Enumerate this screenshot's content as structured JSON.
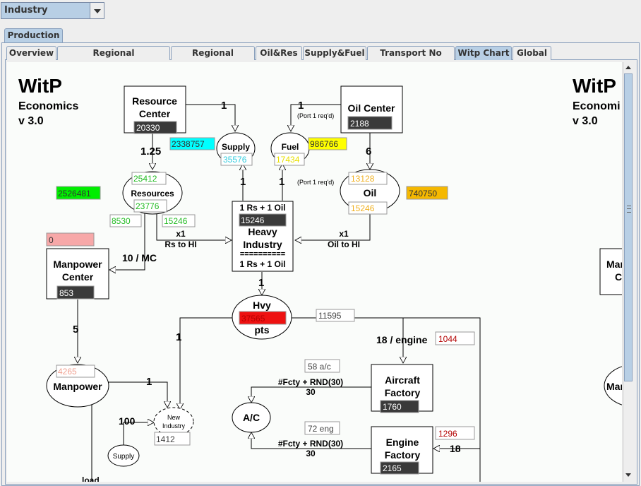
{
  "combo": {
    "value": "Industry"
  },
  "outer_tab": {
    "label": "Production"
  },
  "tabs": [
    {
      "label": "Overview",
      "active": false
    },
    {
      "label": "Regional Fcty/Resources",
      "active": false
    },
    {
      "label": "Regional Industry",
      "active": false
    },
    {
      "label": "Oil&Res",
      "active": false
    },
    {
      "label": "Supply&Fuel",
      "active": false
    },
    {
      "label": "Transport No Dest",
      "active": false
    },
    {
      "label": "Witp Chart",
      "active": true
    },
    {
      "label": "Global",
      "active": false
    }
  ],
  "chart": {
    "title": "WitP",
    "subtitle": "Economics",
    "version": "v 3.0",
    "title_cut": "WitP",
    "subtitle_cut": "Economi",
    "version_cut": "v 3.0",
    "nodes": {
      "resource_center": {
        "label1": "Resource",
        "label2": "Center",
        "value": "20330"
      },
      "oil_center": {
        "label": "Oil Center",
        "value": "2188"
      },
      "supply": {
        "label": "Supply",
        "value": "35576",
        "side_value": "2338757"
      },
      "fuel": {
        "label": "Fuel",
        "value": "17434",
        "side_value": "986766"
      },
      "resources": {
        "label": "Resources",
        "top_value": "25412",
        "value": "23776",
        "left_value": "8530",
        "right_value": "15246",
        "side_value": "2526481"
      },
      "oil": {
        "label": "Oil",
        "top_value": "13128",
        "value": "15246",
        "side_value": "740750"
      },
      "heavy_industry": {
        "top": "1 Rs + 1 Oil",
        "value": "15246",
        "label1": "Heavy",
        "label2": "Industry",
        "divider": "==========",
        "bottom": "1 Rs + 1 Oil"
      },
      "manpower_center": {
        "label1": "Manpower",
        "label2": "Center",
        "value": "853",
        "side_value": "0"
      },
      "hvy": {
        "label1": "Hvy",
        "value": "37565",
        "label2": "pts",
        "side_value": "11595"
      },
      "manpower": {
        "label": "Manpower",
        "value": "4265"
      },
      "new_industry": {
        "label1": "New",
        "label2": "Industry",
        "value": "1412"
      },
      "supply_small": {
        "label": "Supply"
      },
      "aircraft_factory": {
        "label1": "Aircraft",
        "label2": "Factory",
        "value": "1760",
        "top_value": "58 a/c",
        "side_value": "1044"
      },
      "ac": {
        "label": "A/C"
      },
      "engine_factory": {
        "label1": "Engine",
        "label2": "Factory",
        "value": "2165",
        "top_value": "72 eng",
        "side_value": "1296"
      }
    },
    "edges": {
      "res_supply": "1",
      "oil_fuel": "1",
      "port_req_1": "(Port 1 req'd)",
      "port_req_2": "(Port 1 req'd)",
      "res_to_resources": "1.25",
      "oil_to_oil": "6",
      "supply_hi": "1",
      "fuel_hi": "1",
      "rs_mult": "x1",
      "rs_label": "Rs to HI",
      "oil_mult": "x1",
      "oil_label": "Oil to HI",
      "mc_label": "10 / MC",
      "hi_hvy": "1",
      "mc_mp": "5",
      "hvy_ni": "1",
      "mp_ni": "1",
      "ni_supply": "100",
      "per_engine": "18 / engine",
      "ac_formula": "#Fcty + RND(30)",
      "ac_div": "30",
      "eng_formula": "#Fcty + RND(30)",
      "eng_div": "30",
      "eng_18": "18",
      "load": "load"
    },
    "cut_nodes": {
      "mc": "Mar",
      "mc2": "C",
      "mp": "Mar"
    }
  }
}
